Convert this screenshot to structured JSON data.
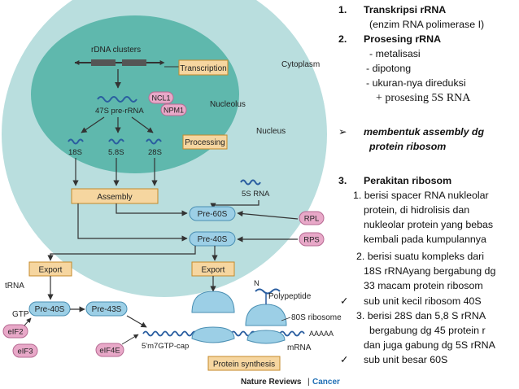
{
  "diagram": {
    "labels": {
      "rdna_clusters": "rDNA clusters",
      "transcription": "Transcription",
      "cytoplasm": "Cytoplasm",
      "ncl1": "NCL1",
      "npm1": "NPM1",
      "pre_rrna_47s": "47S pre-rRNA",
      "nucleolus": "Nucleolus",
      "nucleus": "Nucleus",
      "processing": "Processing",
      "r18s": "18S",
      "r58s": "5.8S",
      "r28s": "28S",
      "rrna_5s": "5S RNA",
      "assembly": "Assembly",
      "pre60s": "Pre-60S",
      "pre40s": "Pre-40S",
      "rpl": "RPL",
      "rps": "RPS",
      "export_left": "Export",
      "export_right": "Export",
      "trna": "tRNA",
      "gtp": "GTP",
      "eif2": "eIF2",
      "eif3": "eIF3",
      "pre40s_cyto": "Pre-40S",
      "pre43s": "Pre-43S",
      "eif4e": "eIF4E",
      "cap": "5'm7GTP-cap",
      "n_term": "N",
      "polypeptide": "Polypeptide",
      "ribosome80s": "80S ribosome",
      "polya": "AAAAA",
      "mrna": "mRNA",
      "protein_synthesis": "Protein synthesis",
      "nature_reviews": "Nature Reviews",
      "sep": "|",
      "cancer": "Cancer"
    },
    "colors": {
      "nucleus_fill": "#b9dede",
      "nucleolus_fill": "#5fb8ad",
      "box_fill": "#f6d6a0",
      "box_border": "#c48a2a",
      "pink": "#e8a8c8",
      "subunit": "#9ccfe6",
      "rna_blue": "#2a5ea0",
      "cancer_blue": "#1f6fb5"
    }
  },
  "text": {
    "item1_num": "1.",
    "item1_title": "Transkripsi rRNA",
    "item1_sub": "(enzim RNA polimerase I)",
    "item2_num": "2.",
    "item2_title": "Prosesing rRNA",
    "item2_a": "- metalisasi",
    "item2_b": "- dipotong",
    "item2_c": "- ukuran-nya direduksi",
    "item2_d": "+ prosesing 5S RNA",
    "arrow_mark": "➢",
    "assembly_l1": "membentuk assembly dg",
    "assembly_l2": "protein ribosom",
    "item3_num": "3.",
    "item3_title": "Perakitan ribosom",
    "p1_l1": "1.  berisi spacer RNA nukleolar",
    "p1_l2": "protein, di hidrolisis dan",
    "p1_l3": "nukleolar protein yang bebas",
    "p1_l4": "kembali pada kumpulannya",
    "p2_l1": "2.  berisi  suatu  kompleks  dari",
    "p2_l2": "18S  rRNAyang bergabung dg",
    "p2_l3": "33 macam protein ribosom",
    "check_mark": "✓",
    "p2_l4": "sub unit kecil ribosom 40S",
    "p3_l1": "3.  berisi  28S  dan  5,8  S  rRNA",
    "p3_l2": "bergabung   dg  45  protein  r",
    "p3_l3": "dan juga gabung dg 5S rRNA",
    "p3_l4": "sub unit besar 60S"
  }
}
